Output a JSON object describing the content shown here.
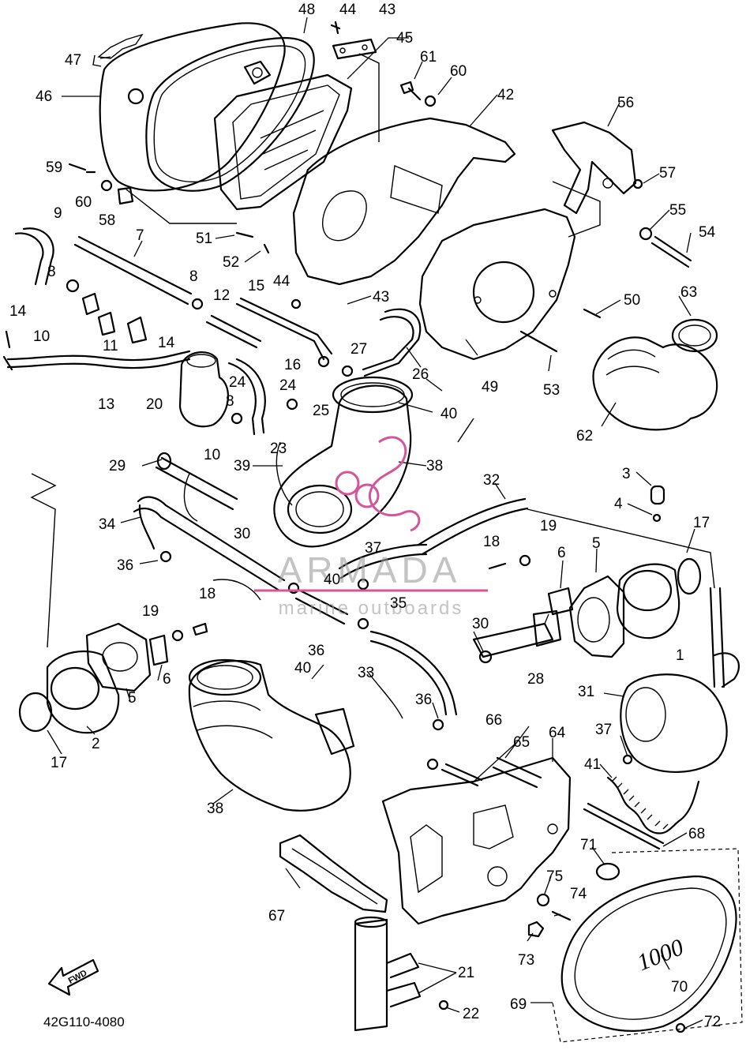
{
  "diagram_code": "42G110-4080",
  "watermark": {
    "brand": "ARMADA",
    "tagline": "marine outboards",
    "accent": "#d4559a"
  },
  "direction_badge": "FWD",
  "cover_badge": "1000",
  "callouts": [
    {
      "id": "c48",
      "text": "48"
    },
    {
      "id": "c44a",
      "text": "44"
    },
    {
      "id": "c43a",
      "text": "43"
    },
    {
      "id": "c47",
      "text": "47"
    },
    {
      "id": "c45",
      "text": "45"
    },
    {
      "id": "c61",
      "text": "61"
    },
    {
      "id": "c60a",
      "text": "60"
    },
    {
      "id": "c46",
      "text": "46"
    },
    {
      "id": "c42",
      "text": "42"
    },
    {
      "id": "c56",
      "text": "56"
    },
    {
      "id": "c59",
      "text": "59"
    },
    {
      "id": "c60b",
      "text": "60"
    },
    {
      "id": "c58",
      "text": "58"
    },
    {
      "id": "c57",
      "text": "57"
    },
    {
      "id": "c9",
      "text": "9"
    },
    {
      "id": "c7",
      "text": "7"
    },
    {
      "id": "c55",
      "text": "55"
    },
    {
      "id": "c51",
      "text": "51"
    },
    {
      "id": "c54",
      "text": "54"
    },
    {
      "id": "c52",
      "text": "52"
    },
    {
      "id": "c8a",
      "text": "8"
    },
    {
      "id": "c8b",
      "text": "8"
    },
    {
      "id": "c44b",
      "text": "44"
    },
    {
      "id": "c15",
      "text": "15"
    },
    {
      "id": "c12",
      "text": "12"
    },
    {
      "id": "c43b",
      "text": "43"
    },
    {
      "id": "c63",
      "text": "63"
    },
    {
      "id": "c50",
      "text": "50"
    },
    {
      "id": "c14a",
      "text": "14"
    },
    {
      "id": "c10a",
      "text": "10"
    },
    {
      "id": "c11",
      "text": "11"
    },
    {
      "id": "c14b",
      "text": "14"
    },
    {
      "id": "c27",
      "text": "27"
    },
    {
      "id": "c16",
      "text": "16"
    },
    {
      "id": "c26",
      "text": "26"
    },
    {
      "id": "c13",
      "text": "13"
    },
    {
      "id": "c24a",
      "text": "24"
    },
    {
      "id": "c24b",
      "text": "24"
    },
    {
      "id": "c49",
      "text": "49"
    },
    {
      "id": "c53",
      "text": "53"
    },
    {
      "id": "c20",
      "text": "20"
    },
    {
      "id": "c8c",
      "text": "8"
    },
    {
      "id": "c25",
      "text": "25"
    },
    {
      "id": "c40a",
      "text": "40"
    },
    {
      "id": "c62",
      "text": "62"
    },
    {
      "id": "c10b",
      "text": "10"
    },
    {
      "id": "c23",
      "text": "23"
    },
    {
      "id": "c39",
      "text": "39"
    },
    {
      "id": "c38a",
      "text": "38"
    },
    {
      "id": "c29",
      "text": "29"
    },
    {
      "id": "c3",
      "text": "3"
    },
    {
      "id": "c32",
      "text": "32"
    },
    {
      "id": "c4",
      "text": "4"
    },
    {
      "id": "c34",
      "text": "34"
    },
    {
      "id": "c30a",
      "text": "30"
    },
    {
      "id": "c17a",
      "text": "17"
    },
    {
      "id": "c19a",
      "text": "19"
    },
    {
      "id": "c18a",
      "text": "18"
    },
    {
      "id": "c6a",
      "text": "6"
    },
    {
      "id": "c5a",
      "text": "5"
    },
    {
      "id": "c37a",
      "text": "37"
    },
    {
      "id": "c36a",
      "text": "36"
    },
    {
      "id": "c40b",
      "text": "40"
    },
    {
      "id": "c18b",
      "text": "18"
    },
    {
      "id": "c35",
      "text": "35"
    },
    {
      "id": "c19b",
      "text": "19"
    },
    {
      "id": "c30b",
      "text": "30"
    },
    {
      "id": "c36b",
      "text": "36"
    },
    {
      "id": "c1",
      "text": "1"
    },
    {
      "id": "c40c",
      "text": "40"
    },
    {
      "id": "c6b",
      "text": "6"
    },
    {
      "id": "c33",
      "text": "33"
    },
    {
      "id": "c28",
      "text": "28"
    },
    {
      "id": "c5b",
      "text": "5"
    },
    {
      "id": "c31",
      "text": "31"
    },
    {
      "id": "c36c",
      "text": "36"
    },
    {
      "id": "c66",
      "text": "66"
    },
    {
      "id": "c2",
      "text": "2"
    },
    {
      "id": "c64",
      "text": "64"
    },
    {
      "id": "c65",
      "text": "65"
    },
    {
      "id": "c37b",
      "text": "37"
    },
    {
      "id": "c17b",
      "text": "17"
    },
    {
      "id": "c41",
      "text": "41"
    },
    {
      "id": "c38b",
      "text": "38"
    },
    {
      "id": "c68",
      "text": "68"
    },
    {
      "id": "c71",
      "text": "71"
    },
    {
      "id": "c67",
      "text": "67"
    },
    {
      "id": "c75",
      "text": "75"
    },
    {
      "id": "c74",
      "text": "74"
    },
    {
      "id": "c73",
      "text": "73"
    },
    {
      "id": "c21",
      "text": "21"
    },
    {
      "id": "c70",
      "text": "70"
    },
    {
      "id": "c22",
      "text": "22"
    },
    {
      "id": "c69",
      "text": "69"
    },
    {
      "id": "c72",
      "text": "72"
    }
  ]
}
